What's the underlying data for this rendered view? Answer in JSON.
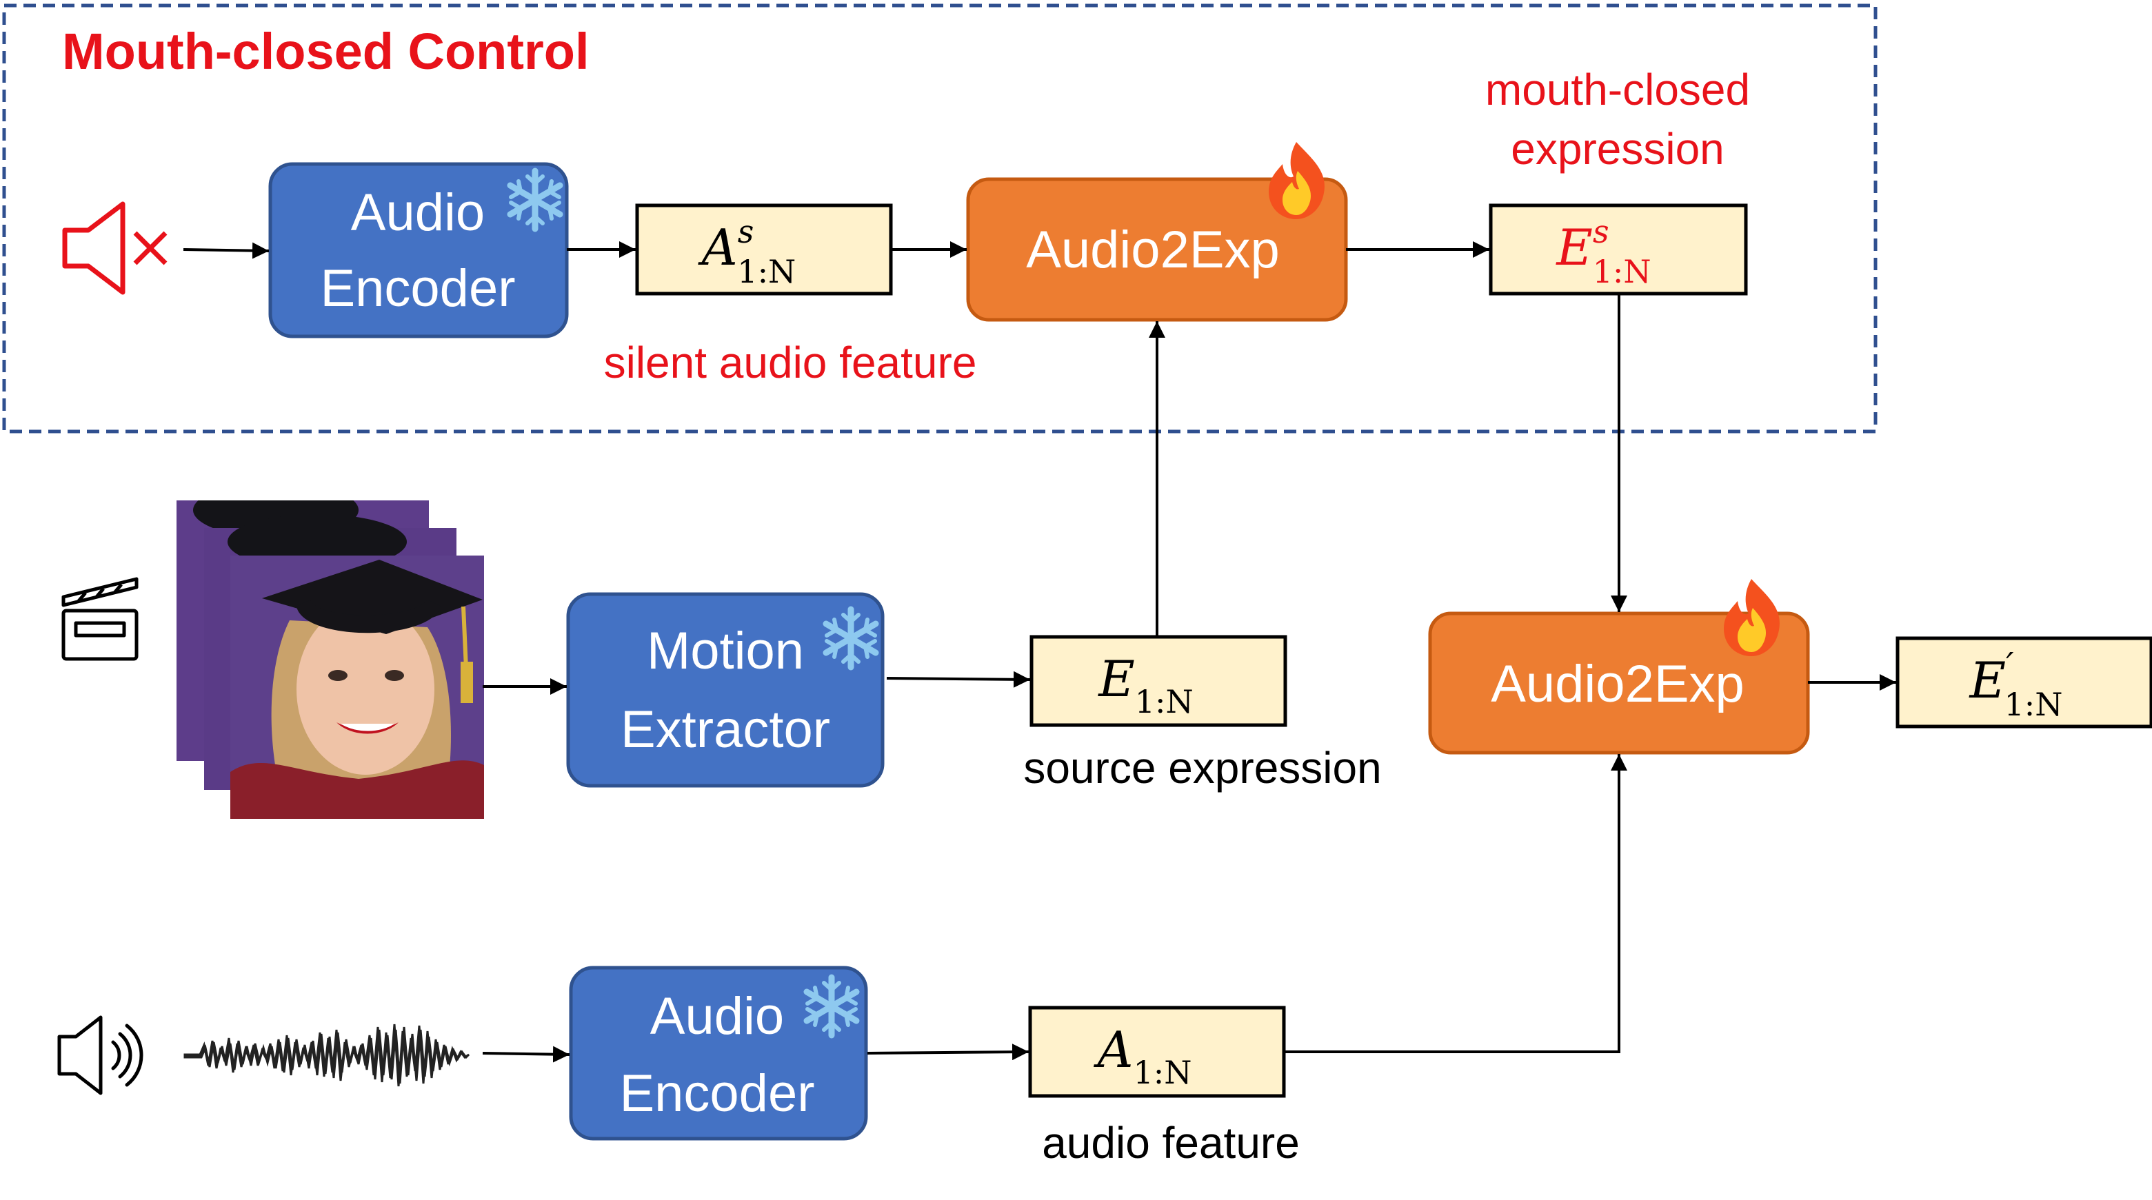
{
  "control_region": {
    "title": "Mouth-closed Control",
    "title_color": "#e8121a",
    "border_color": "#2f4f8f"
  },
  "colors": {
    "encoder_fill": "#4472c4",
    "encoder_stroke": "#2f528f",
    "audio2exp_fill": "#ed7d31",
    "audio2exp_stroke": "#c55a11",
    "feature_fill": "#fff2cc",
    "feature_stroke": "#000000",
    "red_text": "#e8121a",
    "arrow": "#000000"
  },
  "icons": {
    "muted_speaker": "muted-speaker-icon",
    "speaker": "speaker-icon",
    "clapperboard": "clapperboard-icon",
    "waveform": "audio-waveform-icon",
    "frozen": "snowflake-icon",
    "trainable": "fire-icon",
    "video_frames": "video-frames-image"
  },
  "modules": {
    "audio_encoder_top": {
      "line1": "Audio",
      "line2": "Encoder"
    },
    "audio2exp_top": {
      "label": "Audio2Exp"
    },
    "motion_extractor": {
      "line1": "Motion",
      "line2": "Extractor"
    },
    "audio2exp_right": {
      "label": "Audio2Exp"
    },
    "audio_encoder_bottom": {
      "line1": "Audio",
      "line2": "Encoder"
    }
  },
  "features": {
    "silent": {
      "base": "A",
      "sup": "s",
      "sub": "1:N"
    },
    "mouth_closed": {
      "base": "E",
      "sup": "s",
      "sub": "1:N"
    },
    "source": {
      "base": "E",
      "sup": "",
      "sub": "1:N"
    },
    "output": {
      "base": "E",
      "sup": "′",
      "sub": "1:N"
    },
    "audio": {
      "base": "A",
      "sup": "",
      "sub": "1:N"
    }
  },
  "captions": {
    "silent_audio_feature": "silent audio feature",
    "mouth_closed_line1": "mouth-closed",
    "mouth_closed_line2": "expression",
    "source_expression": "source expression",
    "audio_feature": "audio feature"
  }
}
